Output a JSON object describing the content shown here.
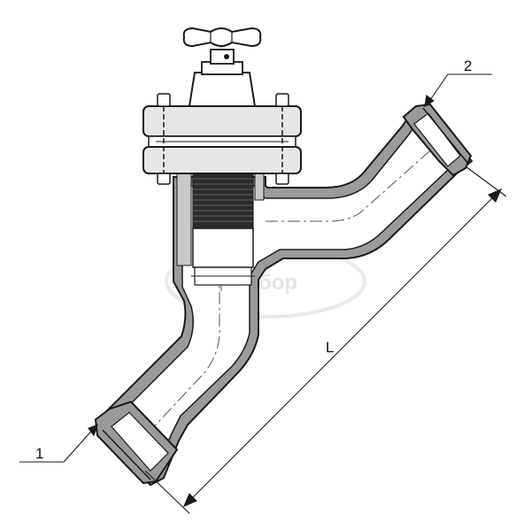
{
  "callouts": [
    {
      "id": "1",
      "label": "1"
    },
    {
      "id": "2",
      "label": "2"
    }
  ],
  "dimension": {
    "label": "L"
  },
  "watermark": {
    "text": "прибор"
  },
  "colors": {
    "line": "#1a1a1a",
    "wall": "#9a9a9a",
    "thread": "#2b2b2b",
    "watermark": "#d8d8d8"
  }
}
